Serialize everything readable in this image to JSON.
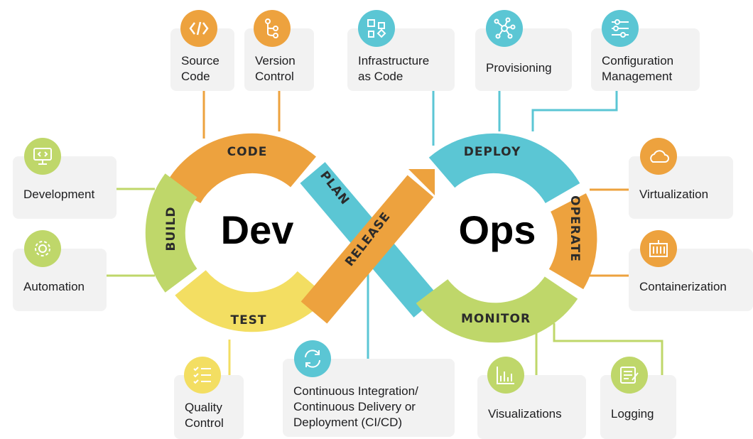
{
  "colors": {
    "orange": "#EDA23E",
    "teal": "#5BC6D4",
    "green": "#BFD76A",
    "yellow": "#F3DE62",
    "box": "#F2F2F2"
  },
  "center": {
    "dev": "Dev",
    "ops": "Ops"
  },
  "stages": {
    "code": "CODE",
    "plan": "PLAN",
    "build": "BUILD",
    "test": "TEST",
    "release": "RELEASE",
    "deploy": "DEPLOY",
    "operate": "OPERATE",
    "monitor": "MONITOR"
  },
  "boxes": {
    "source_code": {
      "label": "Source\nCode",
      "icon": "code-icon"
    },
    "version_control": {
      "label": "Version\nControl",
      "icon": "branch-icon"
    },
    "iac": {
      "label": "Infrastructure\nas Code",
      "icon": "flowchart-icon"
    },
    "provisioning": {
      "label": "Provisioning",
      "icon": "network-icon"
    },
    "config": {
      "label": "Configuration\nManagement",
      "icon": "sliders-icon"
    },
    "development": {
      "label": "Development",
      "icon": "monitor-code-icon"
    },
    "automation": {
      "label": "Automation",
      "icon": "gear-icon"
    },
    "virtualization": {
      "label": "Virtualization",
      "icon": "cloud-icon"
    },
    "containerization": {
      "label": "Containerization",
      "icon": "container-icon"
    },
    "quality": {
      "label": "Quality\nControl",
      "icon": "checklist-icon"
    },
    "cicd": {
      "label": "Continuous Integration/\nContinuous Delivery or\nDeployment (CI/CD)",
      "icon": "sync-icon"
    },
    "visualizations": {
      "label": "Visualizations",
      "icon": "bar-chart-icon"
    },
    "logging": {
      "label": "Logging",
      "icon": "log-icon"
    }
  }
}
